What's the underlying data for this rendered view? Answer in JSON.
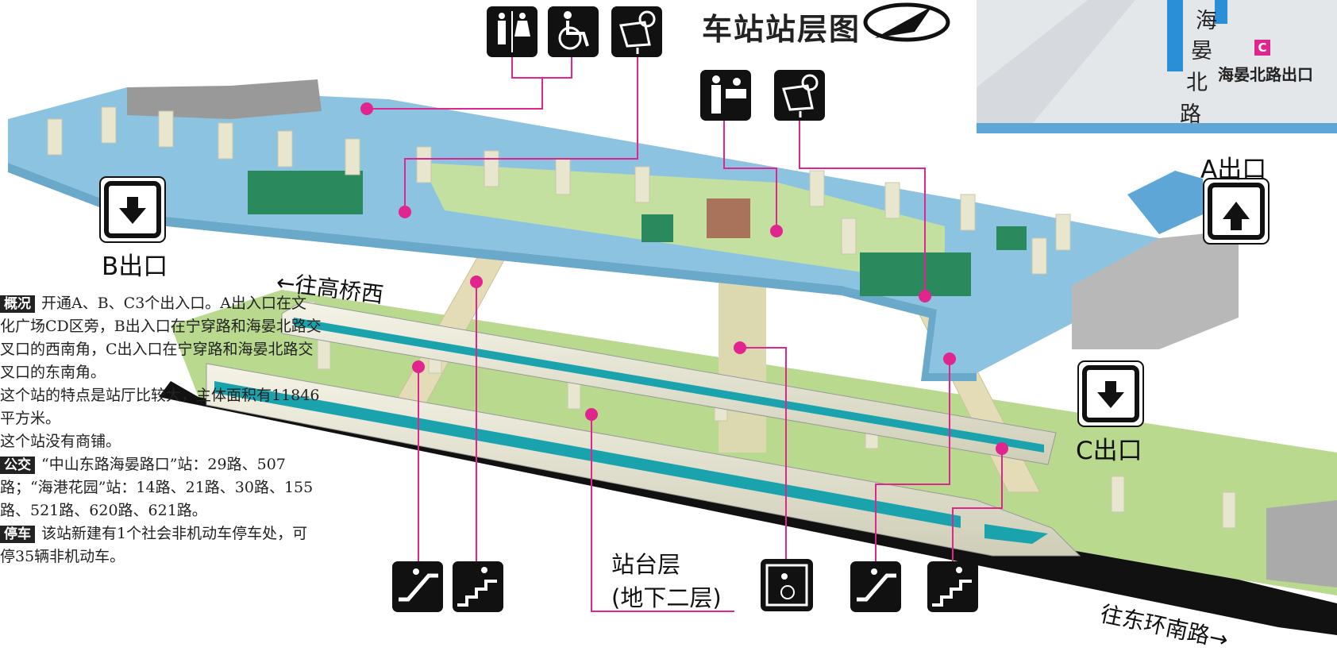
{
  "title": "车站站层图",
  "exits": {
    "a": "A出口",
    "b": "B出口",
    "c": "C出口"
  },
  "directions": {
    "west": "←往高桥西",
    "east": "往东环南路→"
  },
  "platform_level": {
    "line1": "站台层",
    "line2": "(地下二层)"
  },
  "map": {
    "road_chars": [
      "海",
      "晏",
      "北",
      "路"
    ],
    "exit_letter": "C",
    "exit_name": "海晏北路出口"
  },
  "info": {
    "overview_tag": "概况",
    "overview_text": "开通A、B、C3个出入口。A出入口在文化广场CD区旁，B出入口在宁穿路和海晏北路交叉口的西南角，C出入口在宁穿路和海晏北路交叉口的东南角。",
    "feature_text": "这个站的特点是站厅比较大，主体面积有11846平方米。",
    "shops_text": "这个站没有商铺。",
    "bus_tag": "公交",
    "bus_text": "“中山东路海晏路口”站：29路、507路；“海港花园”站：14路、21路、30路、155路、521路、620路、621路。",
    "parking_tag": "停车",
    "parking_text": "该站新建有1个社会非机动车停车处，可停35辆非机动车。"
  },
  "icons": {
    "toilet": "toilet-icon",
    "accessible": "wheelchair-icon",
    "ticket_machine": "ticket-machine-icon",
    "service_center": "service-center-icon",
    "escalator": "escalator-icon",
    "stairs": "stairs-icon",
    "elevator": "elevator-icon",
    "exit_out": "exit-down-icon",
    "exit_up": "exit-up-icon"
  },
  "colors": {
    "concourse": "#8cc3e0",
    "platform": "#b9d98f",
    "callout": "#e0258f",
    "train_stripe": "#1aa3ad",
    "gate": "#2a8a5e",
    "pillar": "#e8e6cf"
  }
}
